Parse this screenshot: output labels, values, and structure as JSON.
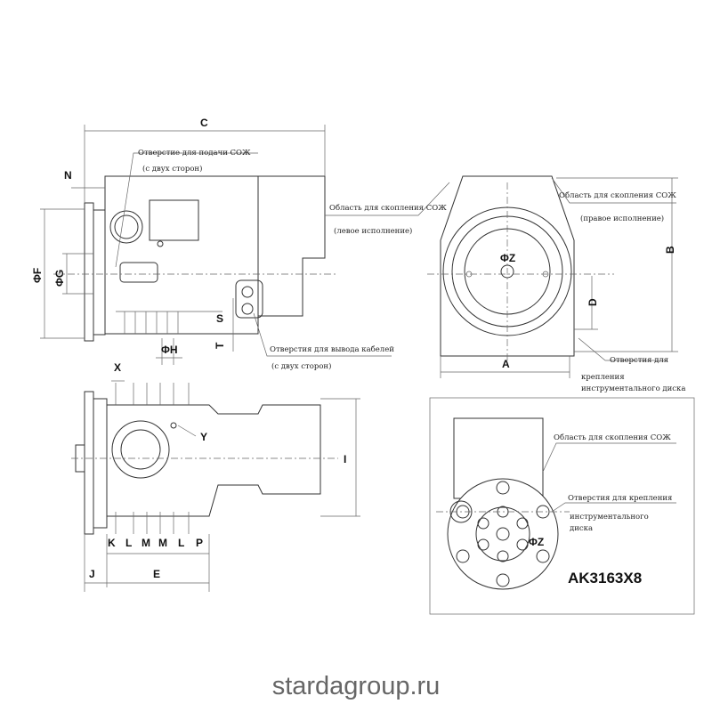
{
  "notes": {
    "coolant_feed_hole": "Отверстие для подачи СОЖ",
    "both_sides_1": "(с двух сторон)",
    "coolant_area_left": "Область для скопления СОЖ",
    "left_version": "(левое исполнение)",
    "coolant_area_right": "Область для скопления СОЖ",
    "right_version": "(правое исполнение)",
    "cable_holes": "Отверстия для вывода кабелей",
    "both_sides_2": "(с двух сторон)",
    "disk_holes_1": "Отверстия для",
    "disk_holes_2": "крепления",
    "disk_holes_3": "инструментального диска",
    "coolant_area_bottom": "Область для скопления СОЖ",
    "disk_holes_b1": "Отверстия для крепления",
    "disk_holes_b2": "инструментального",
    "disk_holes_b3": "диска"
  },
  "dims": {
    "C": "C",
    "N": "N",
    "F": "ΦF",
    "G": "ΦG",
    "H": "ΦH",
    "S": "S",
    "T": "T",
    "A": "A",
    "B": "B",
    "D": "D",
    "Z1": "ΦZ",
    "Z2": "ΦZ",
    "X": "X",
    "Y": "Y",
    "I": "I",
    "K": "K",
    "L1": "L",
    "M1": "M",
    "M2": "M",
    "L2": "L",
    "P": "P",
    "J": "J",
    "E": "E"
  },
  "model": "AK3163X8",
  "footer": "stardagroup.ru"
}
